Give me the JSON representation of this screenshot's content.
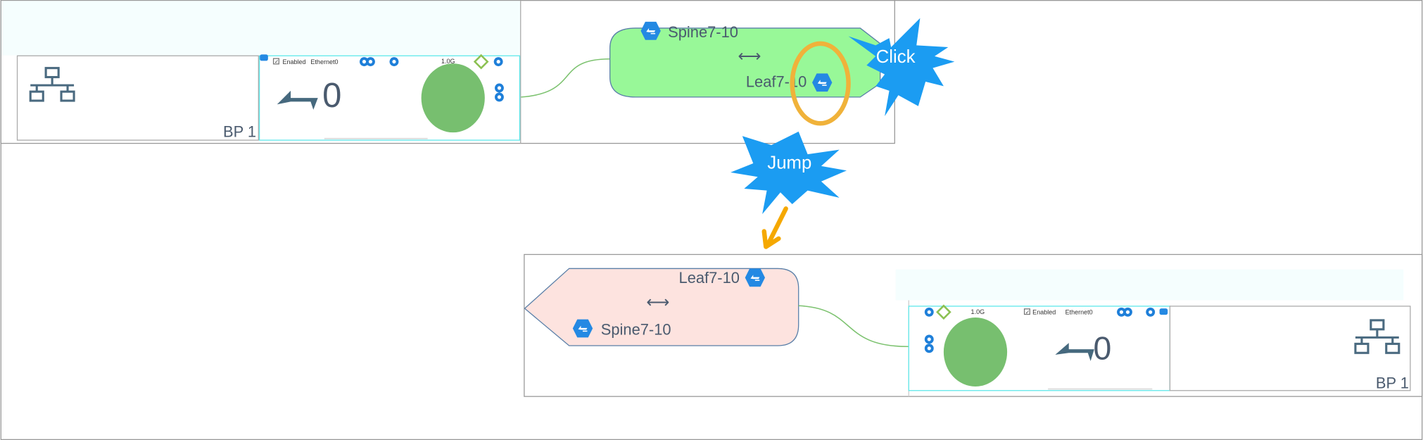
{
  "top_view": {
    "bp_box": {
      "label": "BP 1",
      "icon": "network-topology-icon"
    },
    "port_card": {
      "enabled_label": "Enabled",
      "enabled_checked": true,
      "port_name": "Ethernet0",
      "speed": "1.0G",
      "link_count": "0",
      "status_color": "#77bf6f"
    },
    "link_node": {
      "from": "Spine7-10",
      "to": "Leaf7-10",
      "arrow": "⟷",
      "fill_color": "#98f898"
    }
  },
  "annotations": {
    "click_label": "Click",
    "jump_label": "Jump",
    "burst_color": "#1b9cf2",
    "highlight_color": "#f0b23a",
    "arrow_color": "#f5a800"
  },
  "bottom_view": {
    "link_node": {
      "from": "Leaf7-10",
      "to": "Spine7-10",
      "arrow": "⟷",
      "fill_color": "#fde3df"
    },
    "port_card": {
      "enabled_label": "Enabled",
      "enabled_checked": true,
      "port_name": "Ethernet0",
      "speed": "1.0G",
      "link_count": "0",
      "status_color": "#77bf6f"
    },
    "bp_box": {
      "label": "BP 1",
      "icon": "network-topology-icon"
    }
  }
}
